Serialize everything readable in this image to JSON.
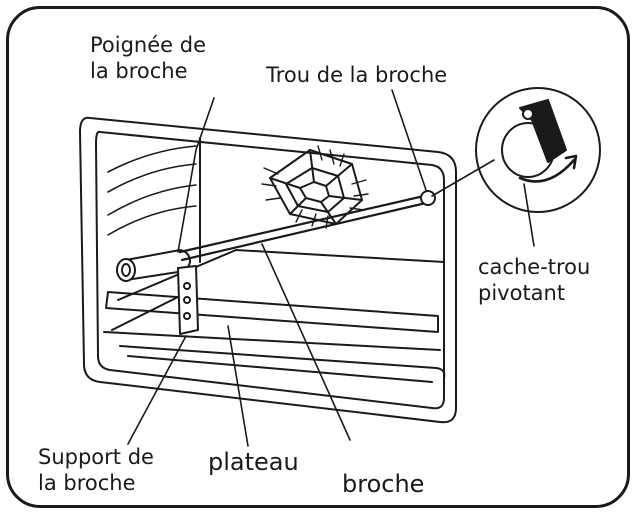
{
  "labels": {
    "handle": {
      "line1": "Poignée de",
      "line2": "la broche"
    },
    "hole": "Trou de la broche",
    "cover": {
      "line1": "cache-trou",
      "line2": "pivotant"
    },
    "support": {
      "line1": "Support de",
      "line2": "la broche"
    },
    "tray": "plateau",
    "spit": "broche"
  },
  "colors": {
    "ink": "#1a1a1a",
    "cover_fill": "#1a1a1a",
    "background": "#ffffff"
  }
}
